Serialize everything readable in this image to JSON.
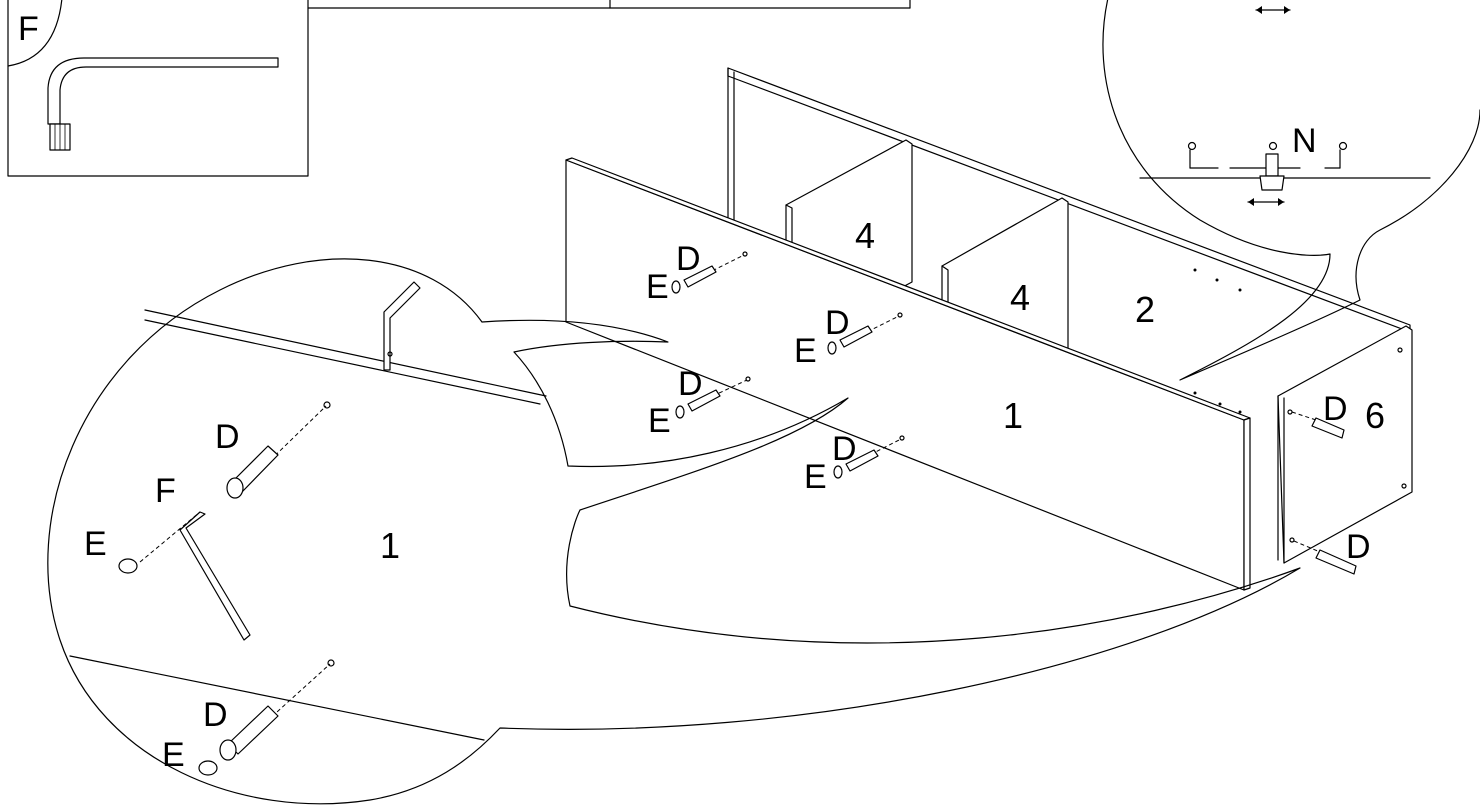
{
  "title": "",
  "inset_tool": {
    "label": "F",
    "icon": "hex-key-icon"
  },
  "hardware_labels": {
    "D": "D",
    "E": "E",
    "F": "F",
    "N": "N"
  },
  "panel_labels": {
    "one": "1",
    "two": "2",
    "four": "4",
    "six": "6"
  },
  "icons": [
    "hex-key-icon",
    "cam-bolt-icon",
    "cam-nut-icon",
    "double-arrow-icon",
    "shelf-pin-icon"
  ]
}
